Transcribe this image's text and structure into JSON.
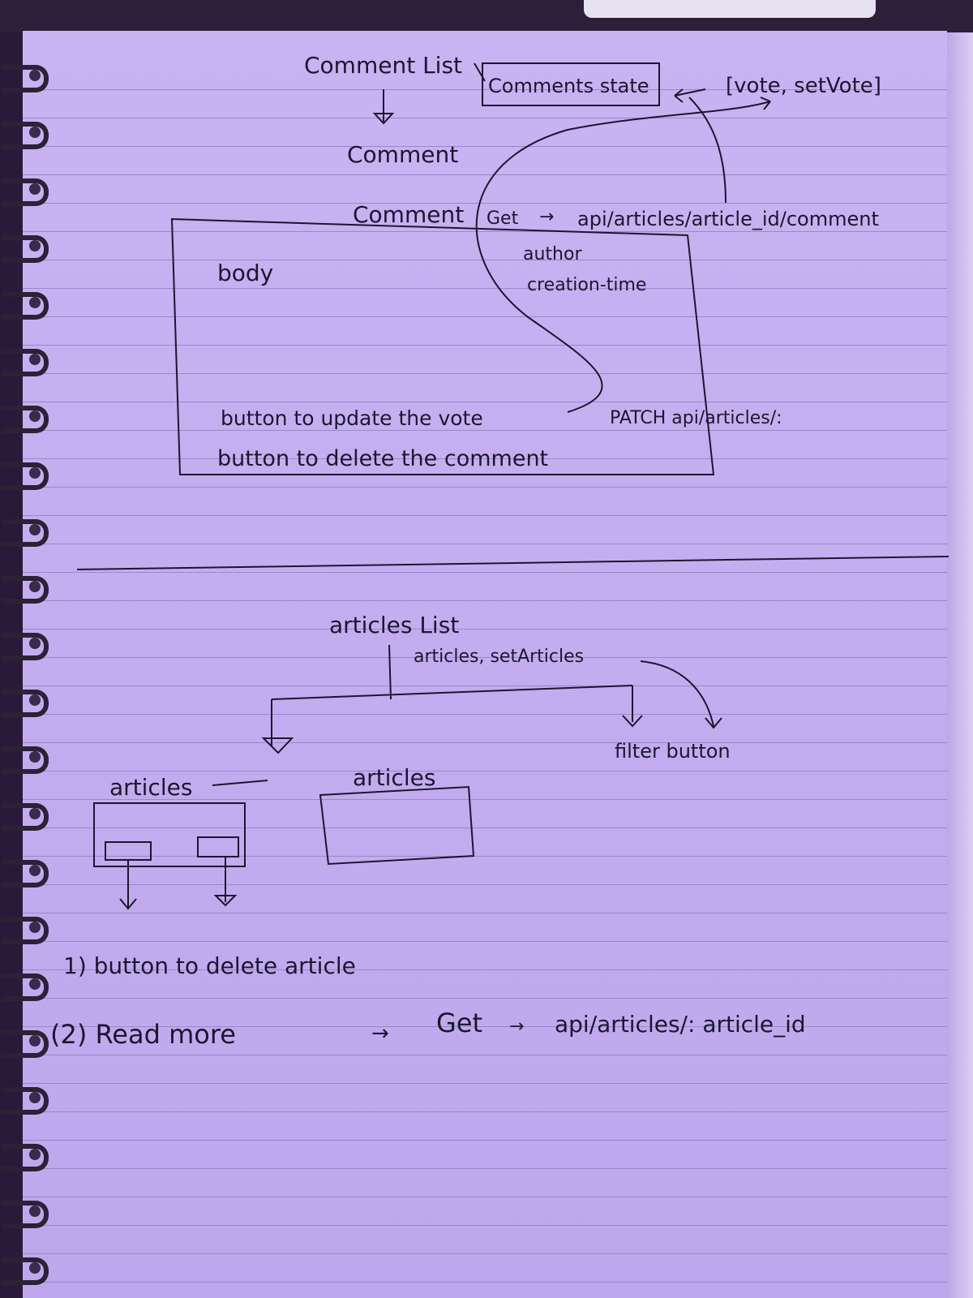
{
  "top": {
    "comment_list_label": "Comment List",
    "comments_state": "Comments state",
    "vote_state": "[vote, setVote]",
    "comment_child": "Comment",
    "comment_card_title": "Comment",
    "get_label": "Get",
    "comments_endpoint": "api/articles/article_id/comment",
    "author": "author",
    "creation_time": "creation-time",
    "body": "body",
    "vote_button_text": "button to update the vote",
    "patch_endpoint": "PATCH api/articles/:",
    "delete_button_text": "button to delete the comment"
  },
  "bottom": {
    "articles_list_label": "articles List",
    "articles_state": "articles, setArticles",
    "filter_button": "filter button",
    "articles_left": "articles",
    "articles_right": "articles",
    "note1": "1) button to delete article",
    "note2_prefix": "(2) Read more",
    "note2_get": "Get",
    "note2_endpoint": "api/articles/: article_id"
  }
}
